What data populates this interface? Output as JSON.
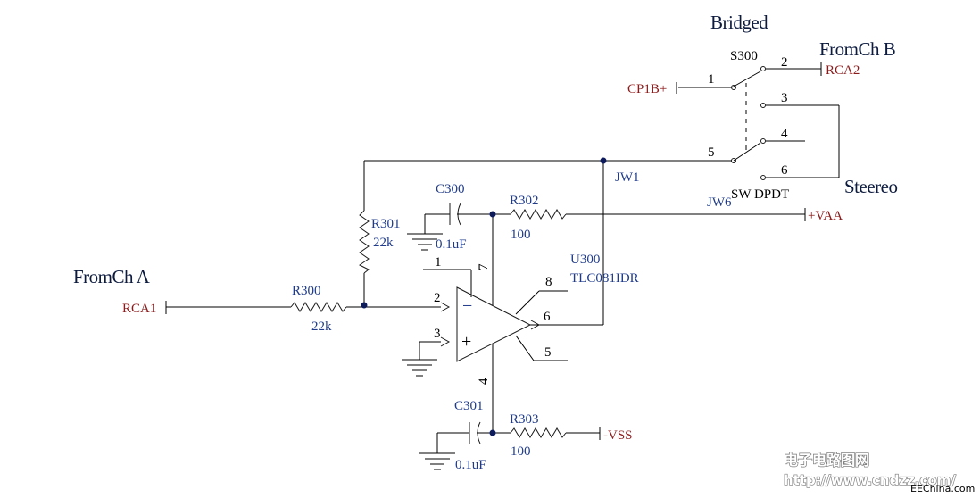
{
  "labels": {
    "bridged": "Bridged",
    "from_ch_b": "FromCh B",
    "from_ch_a": "FromCh A",
    "stereo": "Steereo",
    "s300": "S300",
    "sw_dpdt": "SW DPDT",
    "jw1": "JW1",
    "jw6": "JW6",
    "u300": "U300",
    "tlc081": "TLC081IDR",
    "c300": "C300",
    "c300_val": "0.1uF",
    "c301": "C301",
    "c301_val": "0.1uF",
    "r300": "R300",
    "r300_val": "22k",
    "r301": "R301",
    "r301_val": "22k",
    "r302": "R302",
    "r302_val": "100",
    "r303": "R303",
    "r303_val": "100",
    "minus_sign": "−",
    "plus_sign": "+"
  },
  "ports": {
    "cp1b": "CP1B+",
    "rca2": "RCA2",
    "rca1": "RCA1",
    "vaa": "+VAA",
    "vss": "-VSS"
  },
  "pins": {
    "sw1": "1",
    "sw2": "2",
    "sw3": "3",
    "sw4": "4",
    "sw5": "5",
    "sw6": "6",
    "op1": "1",
    "op2": "2",
    "op3": "3",
    "op4": "4",
    "op5": "5",
    "op6": "6",
    "op7": "7",
    "op8": "8"
  },
  "watermark": {
    "line1": "电子电路图网",
    "line2": "http://www.cndzz.com/",
    "line3": "EEChina.com"
  },
  "colors": {
    "component_label": "#1f3b8a",
    "port_label": "#8b1a1a",
    "junction": "#0d1b5c"
  }
}
